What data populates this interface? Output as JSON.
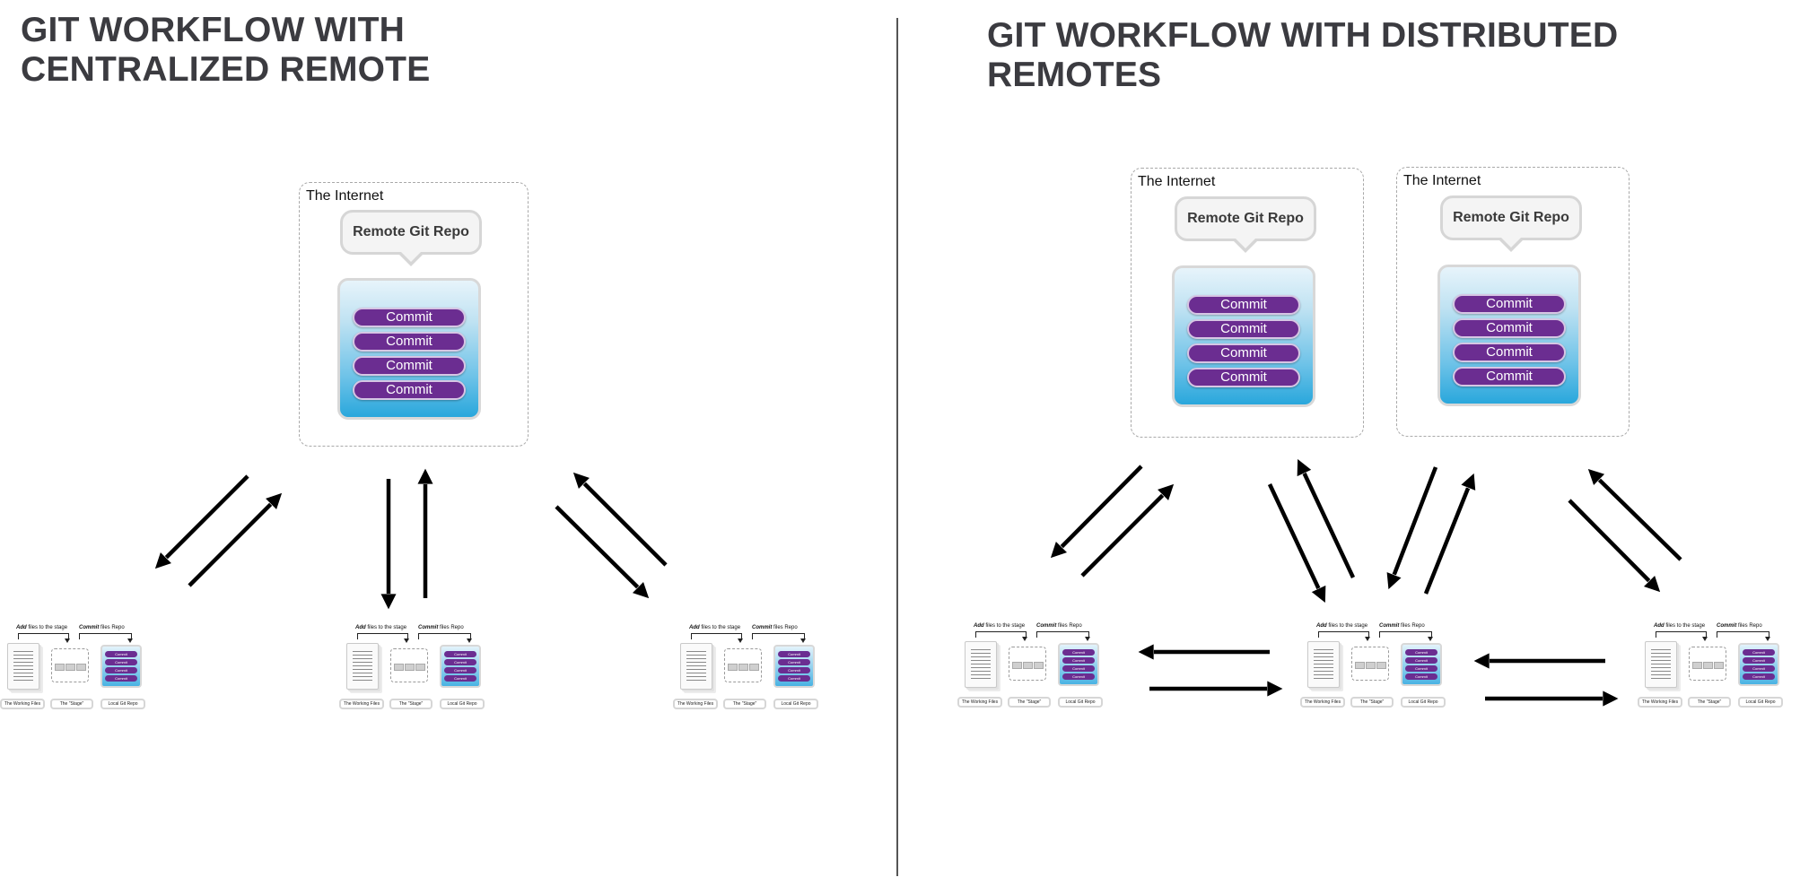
{
  "left_panel": {
    "title_line1": "GIT WORKFLOW WITH",
    "title_line2": "CENTRALIZED REMOTE",
    "internet_label": "The Internet",
    "remote_label": "Remote Git Repo",
    "commits": [
      "Commit",
      "Commit",
      "Commit",
      "Commit"
    ]
  },
  "right_panel": {
    "title": "GIT WORKFLOW WITH DISTRIBUTED REMOTES",
    "remotes": [
      {
        "internet_label": "The Internet",
        "remote_label": "Remote Git Repo",
        "commits": [
          "Commit",
          "Commit",
          "Commit",
          "Commit"
        ]
      },
      {
        "internet_label": "The Internet",
        "remote_label": "Remote Git Repo",
        "commits": [
          "Commit",
          "Commit",
          "Commit",
          "Commit"
        ]
      }
    ]
  },
  "local_workflow": {
    "add_word": "Add",
    "add_rest": "files to the stage",
    "commit_word": "Commit",
    "commit_rest": "files Repo",
    "working_files_label": "The Working Files",
    "stage_label": "The \"Stage\"",
    "local_repo_label": "Local Git Repo",
    "mini_commits": [
      "Commit",
      "Commit",
      "Commit",
      "Commit"
    ]
  },
  "colors": {
    "commit_purple": "#6b2d91",
    "repo_blue": "#29a7dc",
    "title_gray": "#3b3b40"
  }
}
